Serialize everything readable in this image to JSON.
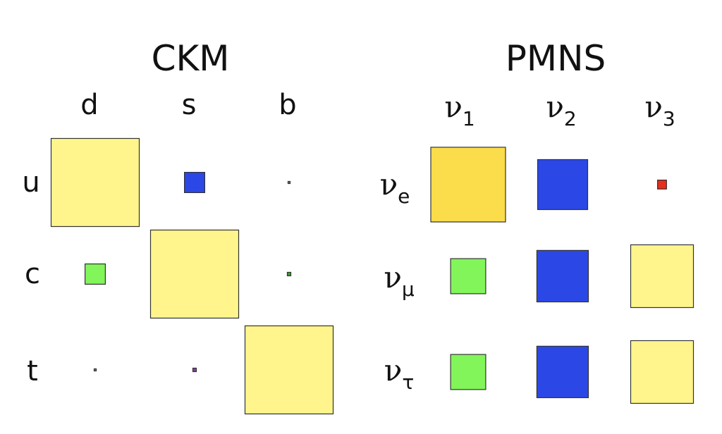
{
  "colors": {
    "yellow_light": "#fff58c",
    "yellow_dark": "#fbdc4b",
    "blue": "#2b48e6",
    "green": "#82f55a",
    "red": "#e8301c",
    "purple": "#8d3ca8",
    "grey": "#777777",
    "dark_green": "#3aa02c"
  },
  "ckm": {
    "title": "CKM",
    "columns": [
      "d",
      "s",
      "b"
    ],
    "rows": [
      "u",
      "c",
      "t"
    ],
    "cells": [
      [
        {
          "relative_size": 1.0,
          "color": "#fff58c"
        },
        {
          "relative_size": 0.23,
          "color": "#2b48e6"
        },
        {
          "relative_size": 0.02,
          "color": "#777777"
        }
      ],
      [
        {
          "relative_size": 0.23,
          "color": "#82f55a"
        },
        {
          "relative_size": 1.0,
          "color": "#fff58c"
        },
        {
          "relative_size": 0.04,
          "color": "#3aa02c"
        }
      ],
      [
        {
          "relative_size": 0.02,
          "color": "#777777"
        },
        {
          "relative_size": 0.04,
          "color": "#8d3ca8"
        },
        {
          "relative_size": 1.0,
          "color": "#fff58c"
        }
      ]
    ]
  },
  "pmns": {
    "title": "PMNS",
    "columns": [
      {
        "symbol": "ν",
        "sub": "1"
      },
      {
        "symbol": "ν",
        "sub": "2"
      },
      {
        "symbol": "ν",
        "sub": "3"
      }
    ],
    "rows": [
      {
        "symbol": "ν",
        "sub": "e"
      },
      {
        "symbol": "ν",
        "sub": "μ"
      },
      {
        "symbol": "ν",
        "sub": "τ"
      }
    ],
    "cells": [
      [
        {
          "relative_size": 1.0,
          "color": "#fbdc4b"
        },
        {
          "relative_size": 0.67,
          "color": "#2b48e6"
        },
        {
          "relative_size": 0.12,
          "color": "#e8301c"
        }
      ],
      [
        {
          "relative_size": 0.47,
          "color": "#82f55a"
        },
        {
          "relative_size": 0.69,
          "color": "#2b48e6"
        },
        {
          "relative_size": 0.84,
          "color": "#fff58c"
        }
      ],
      [
        {
          "relative_size": 0.47,
          "color": "#82f55a"
        },
        {
          "relative_size": 0.69,
          "color": "#2b48e6"
        },
        {
          "relative_size": 0.84,
          "color": "#fff58c"
        }
      ]
    ]
  }
}
